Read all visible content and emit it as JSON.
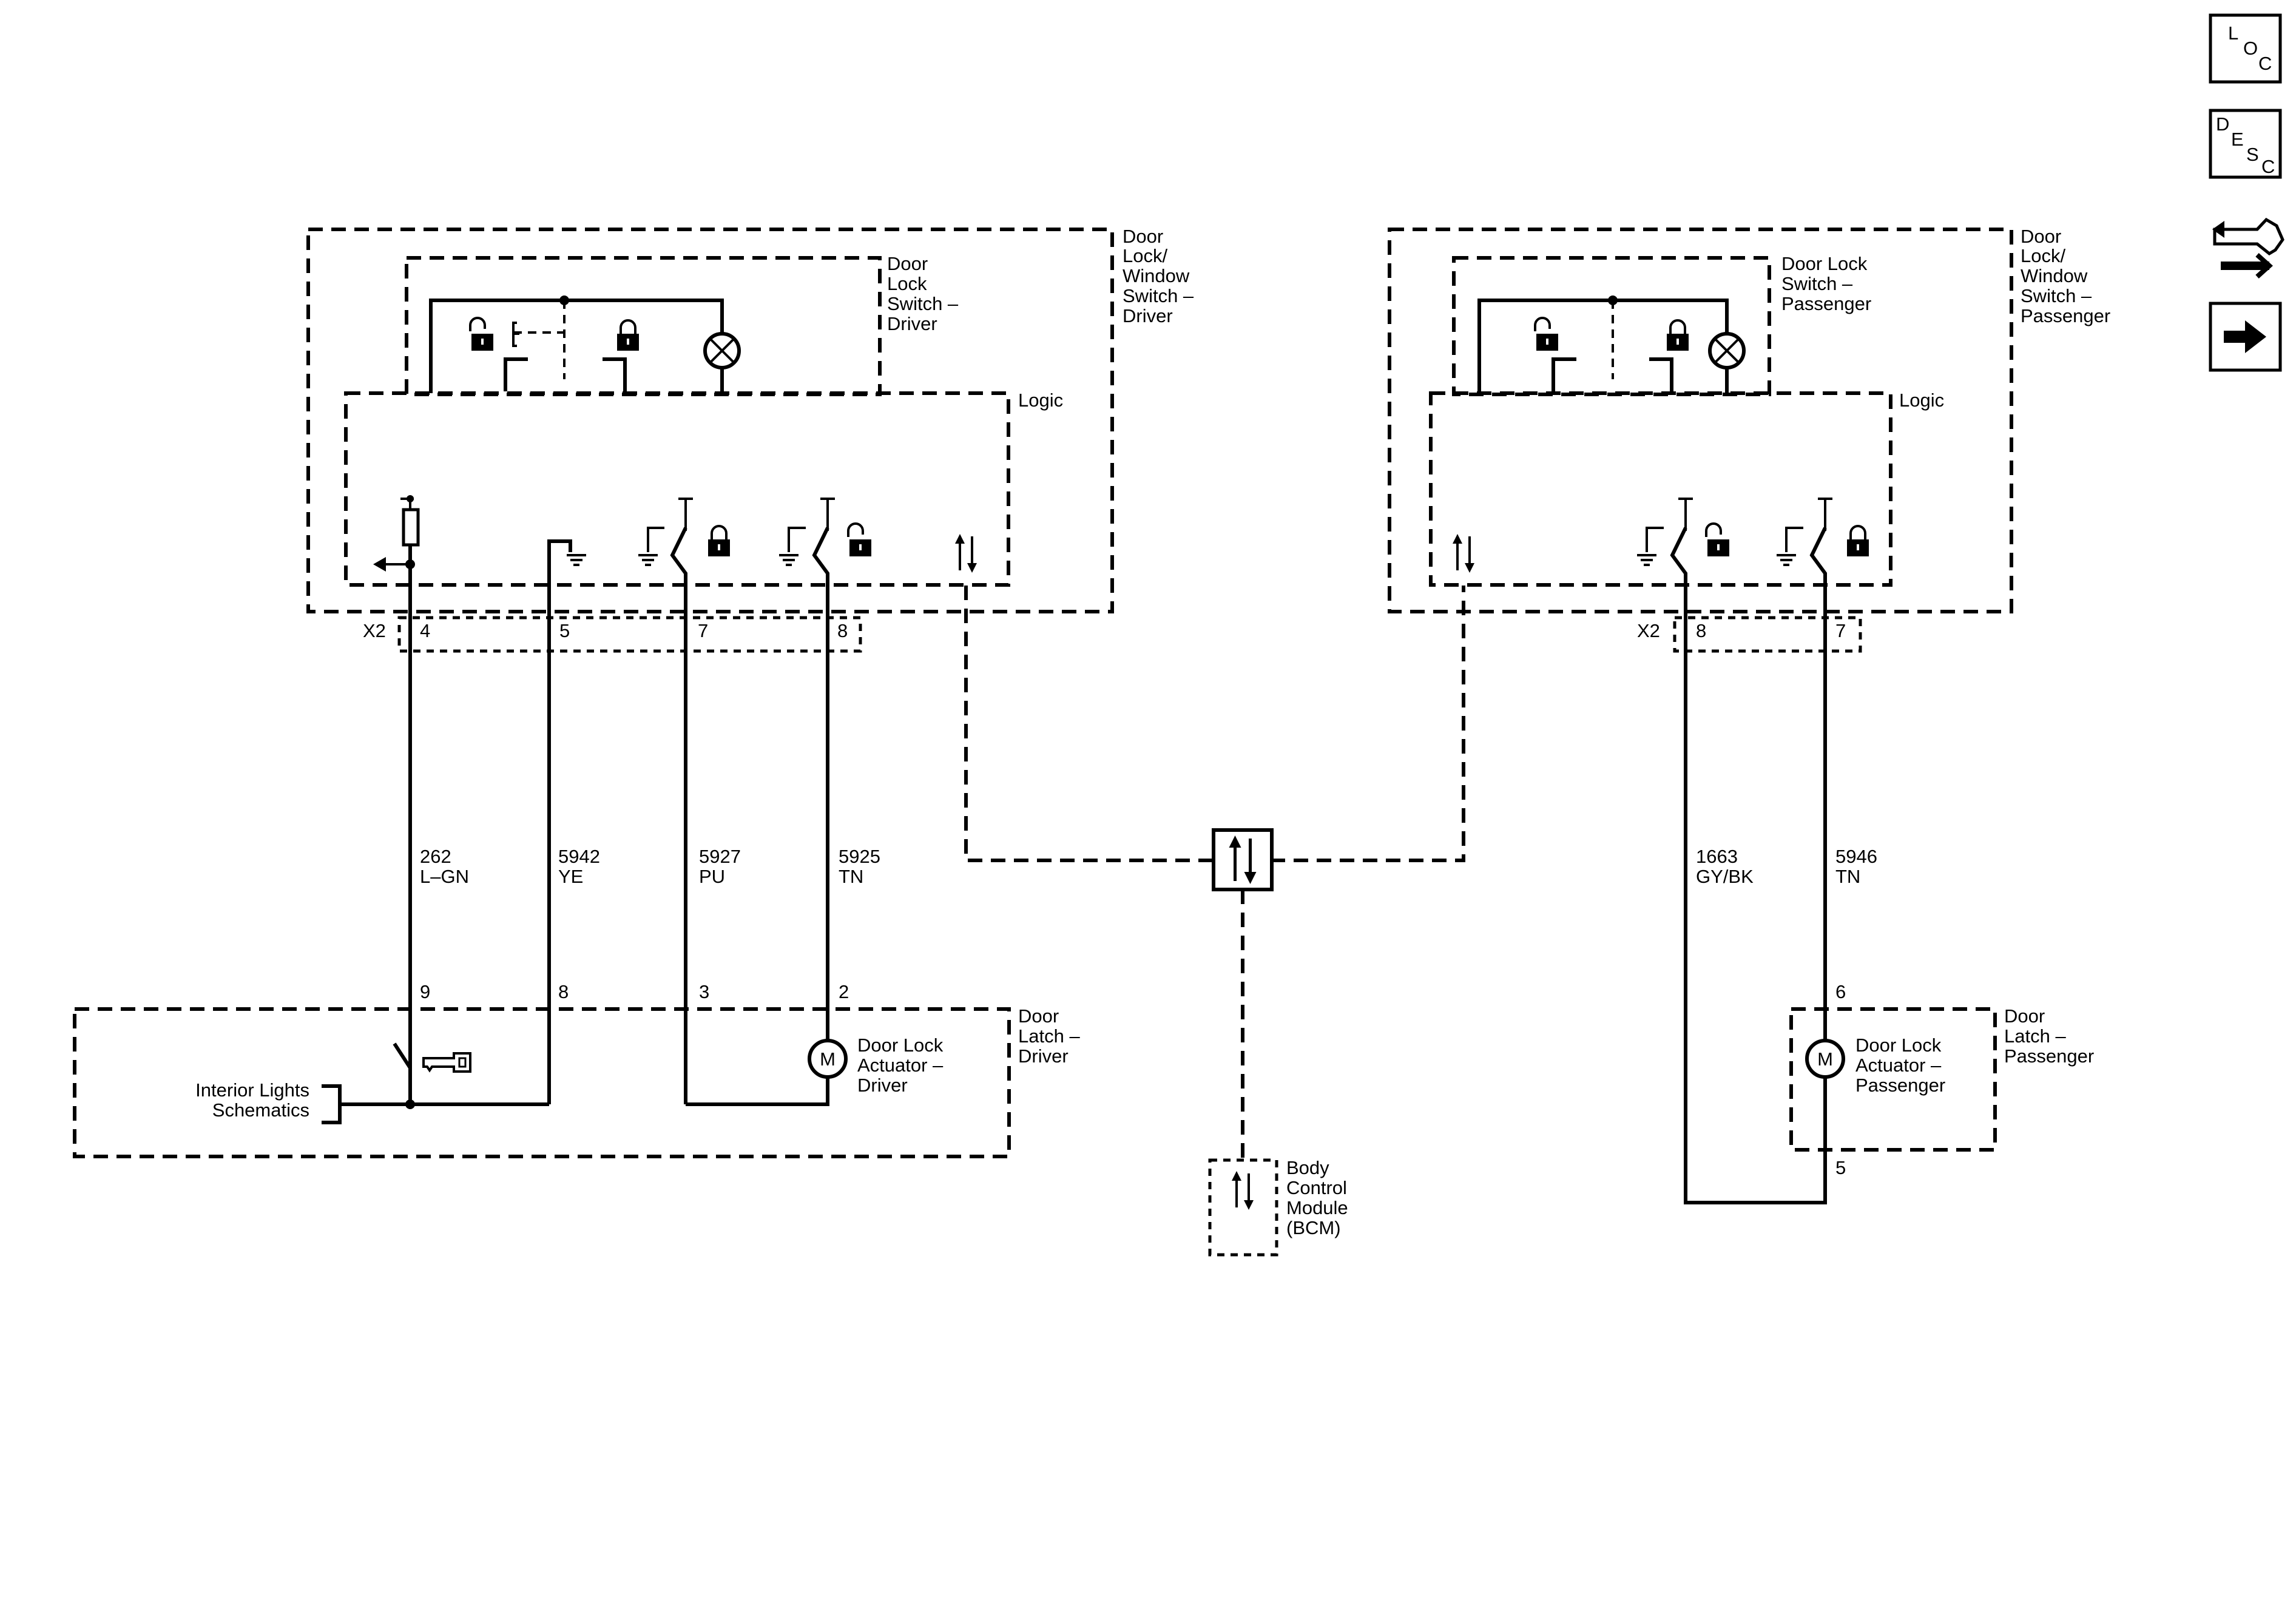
{
  "side_buttons": {
    "loc": {
      "l1": "L",
      "l2": "O",
      "l3": "C"
    },
    "desc": {
      "l1": "D",
      "l2": "E",
      "l3": "S",
      "l4": "C"
    }
  },
  "driver": {
    "switch_module": [
      "Door",
      "Lock/",
      "Window",
      "Switch –",
      "Driver"
    ],
    "lock_switch": [
      "Door",
      "Lock",
      "Switch –",
      "Driver"
    ],
    "logic": "Logic",
    "connector": "X2",
    "pins": [
      "4",
      "5",
      "7",
      "8"
    ],
    "wires": [
      {
        "circuit": "262",
        "color": "L–GN"
      },
      {
        "circuit": "5942",
        "color": "YE"
      },
      {
        "circuit": "5927",
        "color": "PU"
      },
      {
        "circuit": "5925",
        "color": "TN"
      }
    ],
    "latch_pins": [
      "9",
      "8",
      "3",
      "2"
    ],
    "latch": [
      "Door",
      "Latch –",
      "Driver"
    ],
    "actuator": [
      "Door Lock",
      "Actuator –",
      "Driver"
    ],
    "motor": "M",
    "interior_lights": [
      "Interior Lights",
      "Schematics"
    ]
  },
  "passenger": {
    "switch_module": [
      "Door",
      "Lock/",
      "Window",
      "Switch –",
      "Passenger"
    ],
    "lock_switch": [
      "Door Lock",
      "Switch –",
      "Passenger"
    ],
    "logic": "Logic",
    "connector": "X2",
    "pins": [
      "8",
      "7"
    ],
    "wires": [
      {
        "circuit": "1663",
        "color": "GY/BK"
      },
      {
        "circuit": "5946",
        "color": "TN"
      }
    ],
    "latch_pins": [
      "6",
      "5"
    ],
    "latch": [
      "Door",
      "Latch –",
      "Passenger"
    ],
    "actuator": [
      "Door Lock",
      "Actuator –",
      "Passenger"
    ],
    "motor": "M"
  },
  "bcm": [
    "Body",
    "Control",
    "Module",
    "(BCM)"
  ]
}
